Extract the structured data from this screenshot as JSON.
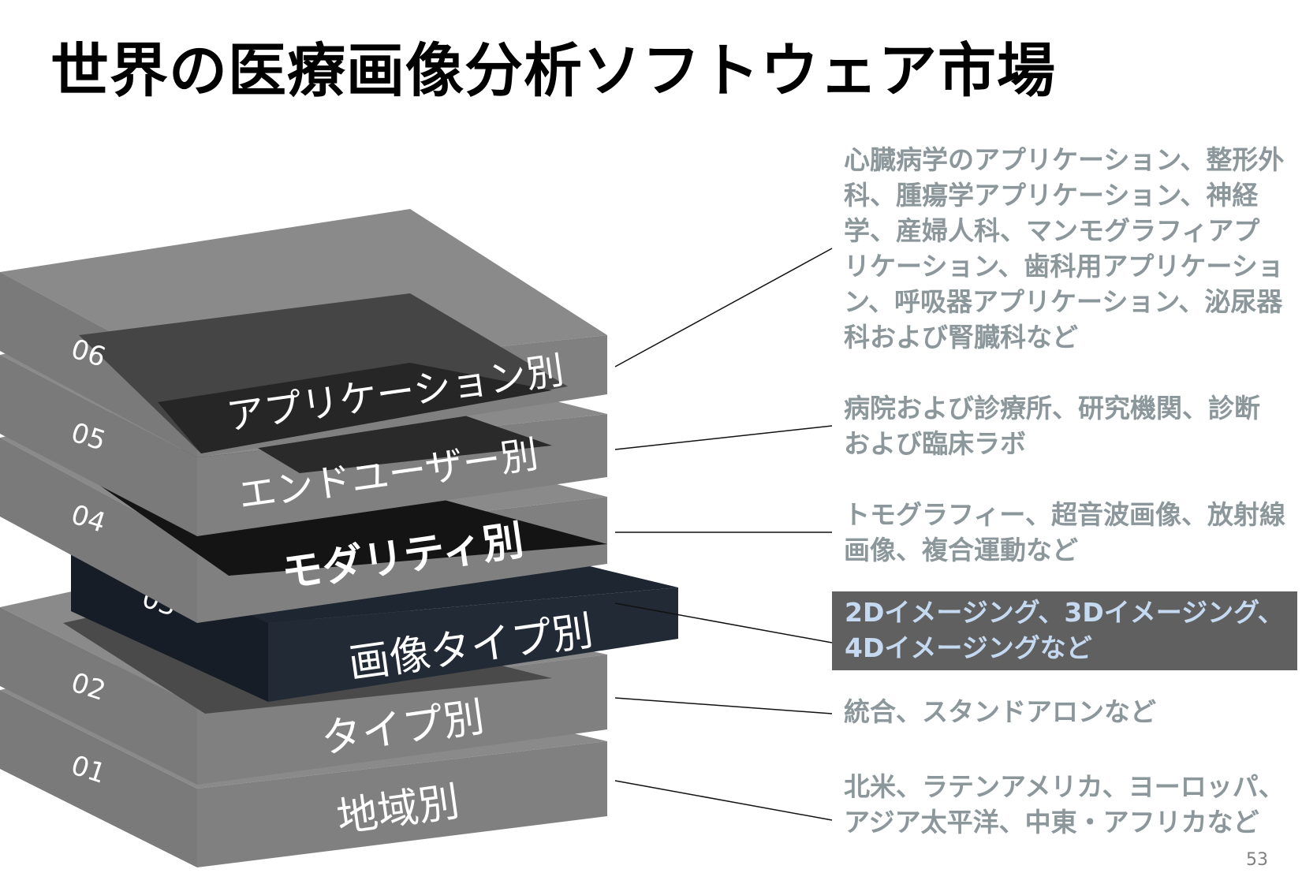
{
  "title": "世界の医療画像分析ソフトウェア市場",
  "page_number": "53",
  "layers": [
    {
      "number": "01",
      "label": "地域別",
      "description": "北米、ラテンアメリカ、ヨーロッパ、アジア太平洋、中東・アフリカなど",
      "highlighted": false
    },
    {
      "number": "02",
      "label": "タイプ別",
      "description": "統合、スタンドアロンなど",
      "highlighted": false
    },
    {
      "number": "03",
      "label": "画像タイプ別",
      "description": "2Dイメージング、3Dイメージング、4Dイメージングなど",
      "highlighted": true
    },
    {
      "number": "04",
      "label": "モダリティ別",
      "description": "トモグラフィー、超音波画像、放射線画像、複合運動など",
      "highlighted": false
    },
    {
      "number": "05",
      "label": "エンドユーザー別",
      "description": "病院および診療所、研究機関、診断および臨床ラボ",
      "highlighted": false
    },
    {
      "number": "06",
      "label": "アプリケーション別",
      "description": "心臓病学のアプリケーション、整形外科、腫瘍学アプリケーション、神経学、産婦人科、マンモグラフィアプリケーション、歯科用アプリケーション、呼吸器アプリケーション、泌尿器科および腎臓科など",
      "highlighted": false
    }
  ],
  "colors": {
    "layer_side": "#7f7f7f",
    "layer_top": "#505050",
    "layer_inner": "#262626",
    "highlight_top": "#1e2632",
    "highlight_side": "#222a36",
    "description_text": "#8b979b",
    "highlight_box": "#606060",
    "highlight_text": "#c5d9f1"
  }
}
